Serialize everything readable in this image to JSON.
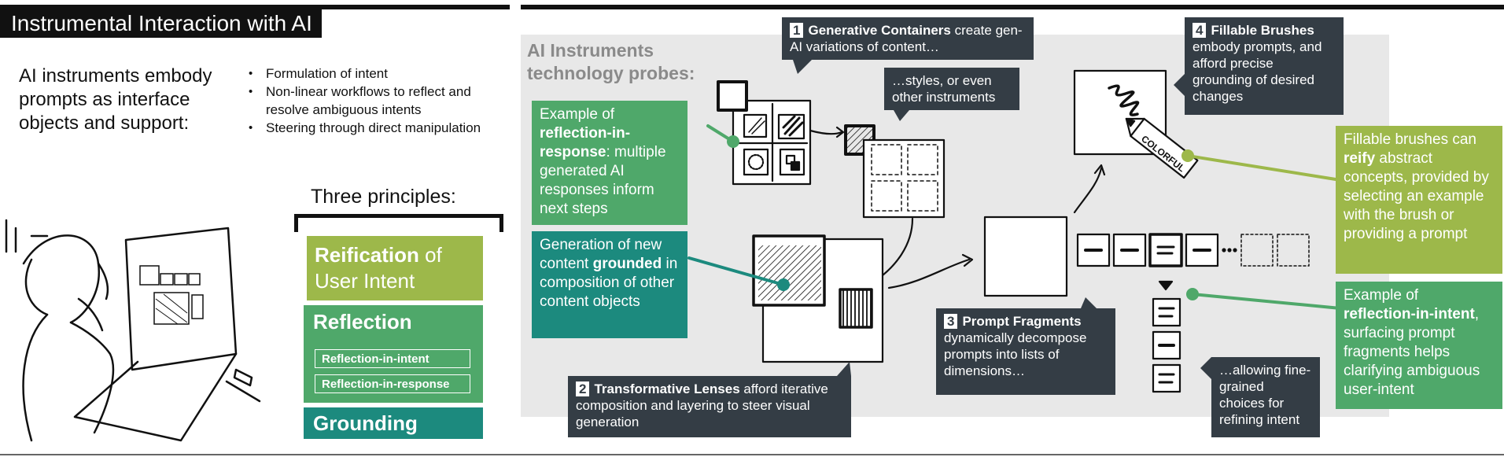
{
  "header": {
    "title": "Instrumental Interaction with AI"
  },
  "intro": {
    "text": "AI instruments embody prompts as interface objects and support:",
    "bullets": [
      "Formulation of intent",
      "Non-linear workflows to reflect and resolve ambiguous intents",
      "Steering through direct manipulation"
    ]
  },
  "principles": {
    "title": "Three principles:",
    "reification": {
      "bold": "Reification",
      "rest": " of User Intent"
    },
    "reflection": {
      "label": "Reflection",
      "sub": [
        "Reflection-in-intent",
        "Reflection-in-response"
      ]
    },
    "grounding": "Grounding"
  },
  "probes": {
    "title": "AI Instruments technology probes:"
  },
  "callouts": {
    "generative": {
      "num": "1",
      "bold": "Generative Containers",
      "rest": " create gen-AI variations of content…"
    },
    "styles": {
      "text": "…styles, or even other instruments"
    },
    "lenses": {
      "num": "2",
      "bold": "Transformative Lenses",
      "rest": " afford iterative composition and layering to steer visual generation"
    },
    "fragments": {
      "num": "3",
      "bold": "Prompt Fragments",
      "rest": " dynamically decompose prompts into lists of dimensions…"
    },
    "brushes": {
      "num": "4",
      "bold": "Fillable Brushes",
      "rest": " embody prompts, and afford precise grounding of desired changes"
    },
    "allowing": {
      "text": "…allowing fine-grained choices for refining intent"
    }
  },
  "examples": {
    "reflection_response": {
      "pre": "Example of ",
      "bold": "reflection-in-response",
      "post": ": multiple generated AI responses inform next steps"
    },
    "grounded": {
      "pre": "Generation of new content ",
      "bold": "grounded",
      "post": " in composition of other content objects"
    },
    "reify": {
      "pre": "Fillable brushes can ",
      "bold": "reify",
      "post": " abstract concepts, provided by selecting an example with the brush or providing a prompt"
    },
    "reflection_intent": {
      "pre": "Example of ",
      "bold": "reflection-in-intent",
      "post": ", surfacing prompt fragments helps clarifying ambiguous user-intent"
    }
  },
  "brush_label": "COLORFUL",
  "colors": {
    "dark": "#343d45",
    "lime": "#9db84a",
    "mid_green": "#4fa86a",
    "teal": "#1c8a7e",
    "panel": "#e8e8e8"
  }
}
